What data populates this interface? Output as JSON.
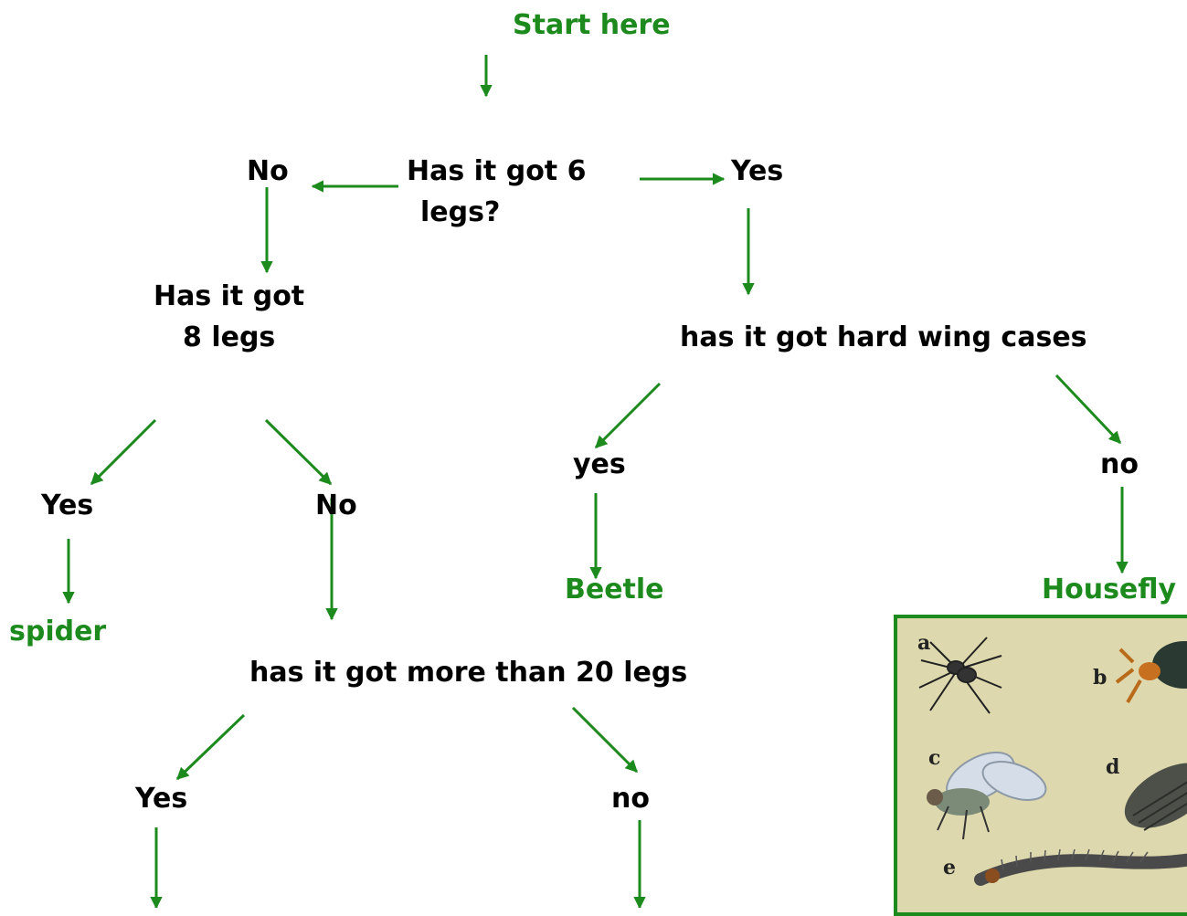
{
  "nodes": {
    "start": "Start here",
    "q_six_legs_line1": "Has it got 6",
    "q_six_legs_line2": "legs?",
    "no_top": "No",
    "yes_top": "Yes",
    "q_eight_legs_line1": "Has it got",
    "q_eight_legs_line2": "8 legs",
    "q_wing_cases": "has it got hard wing cases",
    "yes_spider_branch": "Yes",
    "no_eight_branch": "No",
    "yes_wing": "yes",
    "no_wing": "no",
    "spider": "spider",
    "beetle": "Beetle",
    "housefly": "Housefly",
    "q_twenty_legs": "has it got more than 20 legs",
    "yes_twenty": "Yes",
    "no_twenty": "no"
  },
  "photo": {
    "letters": [
      "a",
      "b",
      "c",
      "d",
      "e"
    ],
    "icons": [
      "spider-icon",
      "beetle-icon",
      "housefly-icon",
      "woodlouse-icon",
      "centipede-icon"
    ]
  },
  "colors": {
    "arrow": "#1c8a1c",
    "answer_text": "#1c8a1c",
    "question_text": "#000000",
    "photo_border": "#1c8a1c",
    "photo_background": "#ddd8ad"
  }
}
